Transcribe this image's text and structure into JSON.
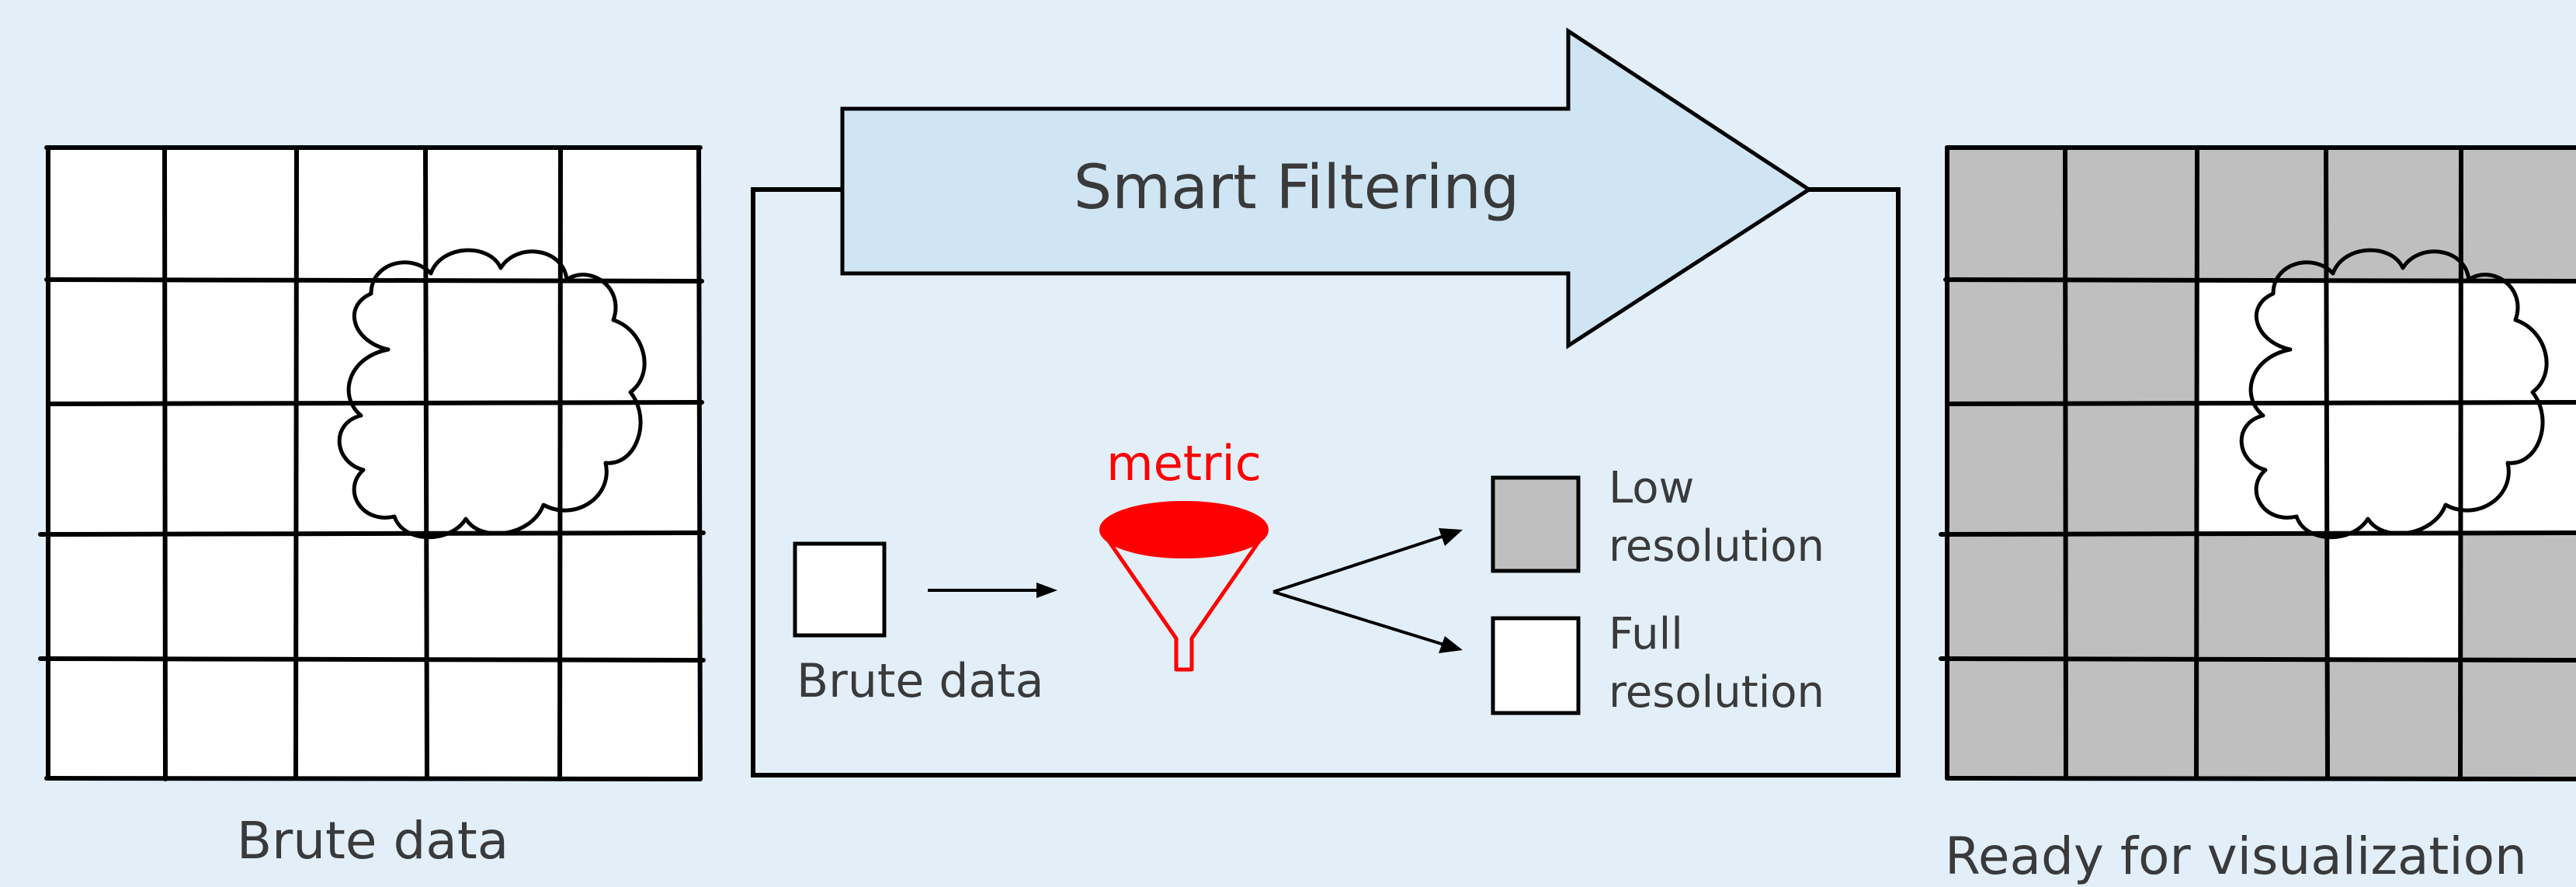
{
  "input_grid": {
    "caption": "Brute data"
  },
  "pipeline": {
    "arrow_label": "Smart Filtering",
    "input_label": "Brute data",
    "metric_label": "metric",
    "outputs": [
      {
        "label_line1": "Low",
        "label_line2": "resolution",
        "fill": "#bfbfbf"
      },
      {
        "label_line1": "Full",
        "label_line2": "resolution",
        "fill": "#ffffff"
      }
    ]
  },
  "output_grid": {
    "caption": "Ready for visualization",
    "full_res_cells": [
      [
        1,
        2
      ],
      [
        1,
        3
      ],
      [
        1,
        4
      ],
      [
        2,
        2
      ],
      [
        2,
        3
      ],
      [
        2,
        4
      ],
      [
        3,
        3
      ]
    ]
  },
  "colors": {
    "background": "#e4eef6",
    "panel": "#e2eff9",
    "arrow_fill": "#cfe5f4",
    "low_res": "#bfbfbf",
    "full_res": "#ffffff",
    "metric": "#ff0000",
    "stroke": "#000000",
    "text": "#3a3a3a"
  }
}
